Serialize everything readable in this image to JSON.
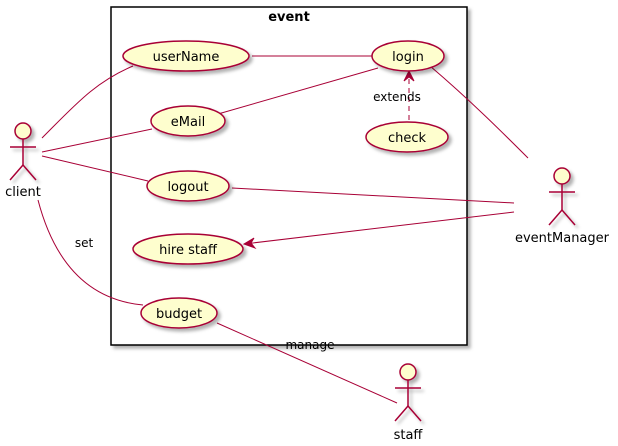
{
  "package": {
    "title": "event"
  },
  "use_cases": {
    "username": "userName",
    "login": "login",
    "email": "eMail",
    "check": "check",
    "logout": "logout",
    "hire_staff": "hire staff",
    "budget": "budget"
  },
  "actors": {
    "client": "client",
    "event_manager": "eventManager",
    "staff": "staff"
  },
  "relations": {
    "extends": "extends",
    "set": "set",
    "manage": "manage"
  },
  "colors": {
    "stroke": "#a80036",
    "fill": "#fefece",
    "package_border": "#000000"
  }
}
